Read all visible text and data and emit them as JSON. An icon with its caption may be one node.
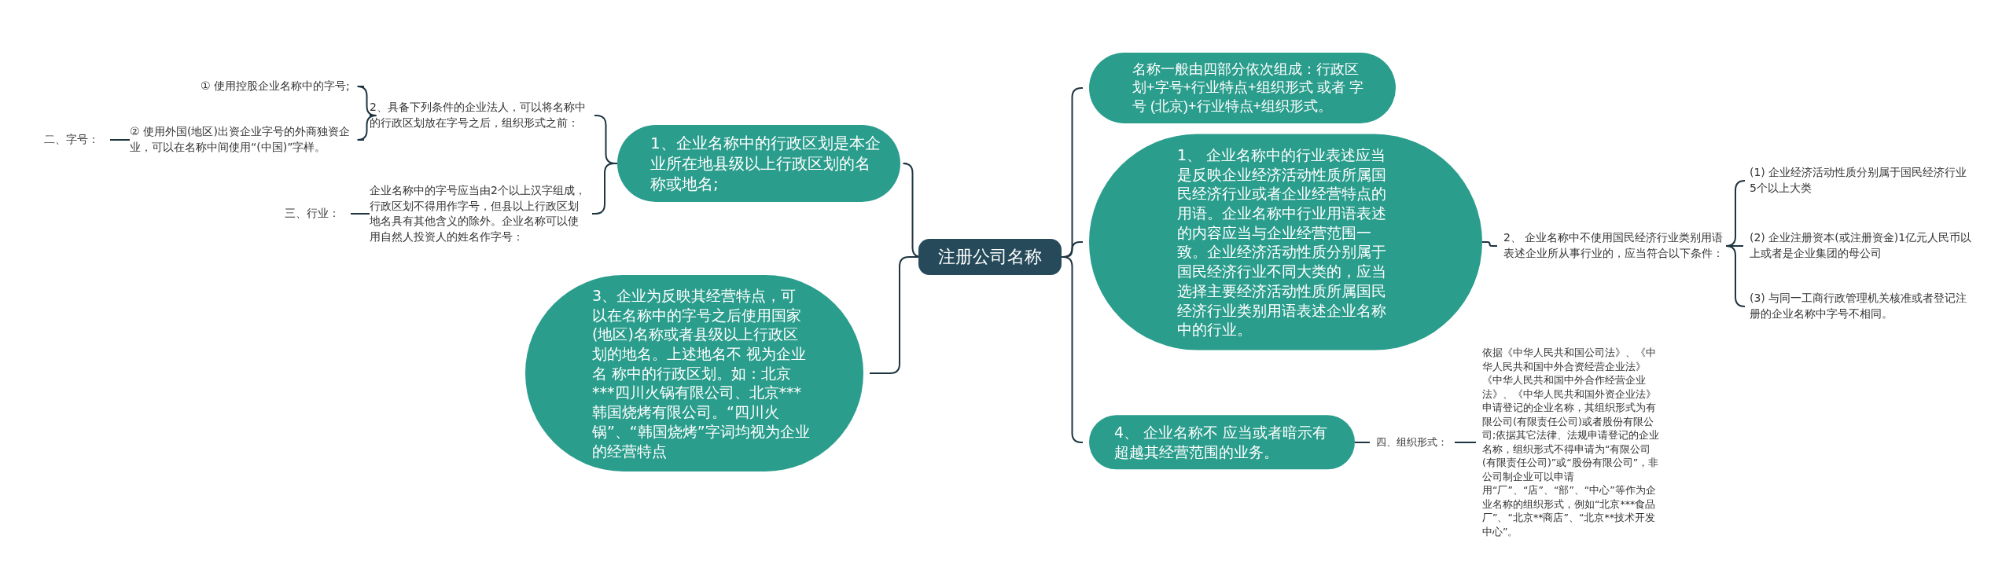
{
  "diagram": {
    "nodes": [
      {
        "text": [
          "注册公司名称"
        ]
      },
      {
        "text": [
          "名称一般由四部分依次组成：行政区划+字号+行业特点+组织形式 或者 字号 (北京)+行业特点+组织形式。"
        ]
      },
      {
        "text": [
          "1、企业名称中的行政区划是本企业所在地县级以上行政区划的名称或地名;"
        ]
      },
      {
        "text": [
          "2、具备下列条件的企业法人，可以将名称中的行政区划放在字号之后，组织形式之前："
        ]
      },
      {
        "text": [
          "① 使用控股企业名称中的字号;"
        ]
      },
      {
        "text": [
          "② 使用外国(地区)出资企业字号的外商独资企业，可以在名称中间使用“(中国)”字样。"
        ]
      },
      {
        "text": [
          "二、字号："
        ]
      },
      {
        "text": [
          "企业名称中的字号应当由2个以上汉字组成，行政区划不得用作字号，但县以上行政区划地名具有其他含义的除外。企业名称可以使用自然人投资人的姓名作字号："
        ]
      },
      {
        "text": [
          "三、行业："
        ]
      },
      {
        "text": [
          "1、 企业名称中的行业表述应当是反映企业经济活动性质所属国民经济行业或者企业经营特点的用语。企业名称中行业用语表述的内容应当与企业经营范围一致。企业经济活动性质分别属于国民经济行业不同大类的，应当选择主要经济活动性质所属国民经济行业类别用语表述企业名称中的行业。"
        ]
      },
      {
        "text": [
          "2、 企业名称中不使用国民经济行业类别用语表述企业所从事行业的，应当符合以下条件："
        ]
      },
      {
        "text": [
          "(1) 企业经济活动性质分别属于国民经济行业5个以上大类"
        ]
      },
      {
        "text": [
          "(2) 企业注册资本(或注册资金)1亿元人民币以上或者是企业集团的母公司"
        ]
      },
      {
        "text": [
          "(3) 与同一工商行政管理机关核准或者登记注册的企业名称中字号不相同。"
        ]
      },
      {
        "text": [
          "3、企业为反映其经营特点，可以在名称中的字号之后使用国家(地区)名称或者县级以上行政区划的地名。上述地名不 视为企业名 称中的行政区划。如：北京***四川火锅有限公司、北京***韩国烧烤有限公司。“四川火锅”、“韩国烧烤”字词均视为企业的经营特点"
        ]
      },
      {
        "text": [
          "4、 企业名称不 应当或者暗示有超越其经营范围的业务。"
        ]
      },
      {
        "text": [
          "四、组织形式："
        ]
      },
      {
        "text": [
          "依据《中华人民共和国公司法》、《中华人民共和国中外合资经营企业法》《中华人民共和国中外合作经营企业法》、《中华人民共和国外资企业法》申请登记的企业名称，其组织形式为有限公司(有限责任公司)或者股份有限公司;依据其它法律、法规申请登记的企业名称，组织形式不得申请为“有限公司(有限责任公司)”或“股份有限公司”，非公司制企业可以申请用“厂”、“店”、“部”、“中心”等作为企业名称的组织形式，例如“北京***食品厂”、“北京**商店”、“北京**技术开发中心”。"
        ]
      }
    ],
    "edges": [
      {
        "from": 0,
        "to": 1,
        "arrow": "none"
      },
      {
        "from": 0,
        "to": 2,
        "arrow": "none"
      },
      {
        "from": 2,
        "to": 3,
        "arrow": "none"
      },
      {
        "from": 3,
        "to": 4,
        "arrow": "none"
      },
      {
        "from": 3,
        "to": 5,
        "arrow": "none"
      },
      {
        "from": 5,
        "to": 6,
        "arrow": "none"
      },
      {
        "from": 2,
        "to": 7,
        "arrow": "none"
      },
      {
        "from": 7,
        "to": 8,
        "arrow": "none"
      },
      {
        "from": 0,
        "to": 9,
        "arrow": "none"
      },
      {
        "from": 9,
        "to": 10,
        "arrow": "none"
      },
      {
        "from": 10,
        "to": 11,
        "arrow": "none"
      },
      {
        "from": 10,
        "to": 12,
        "arrow": "none"
      },
      {
        "from": 10,
        "to": 13,
        "arrow": "none"
      },
      {
        "from": 0,
        "to": 14,
        "arrow": "none"
      },
      {
        "from": 0,
        "to": 15,
        "arrow": "none"
      },
      {
        "from": 15,
        "to": 16,
        "arrow": "none"
      },
      {
        "from": 16,
        "to": 17,
        "arrow": "none"
      }
    ]
  }
}
